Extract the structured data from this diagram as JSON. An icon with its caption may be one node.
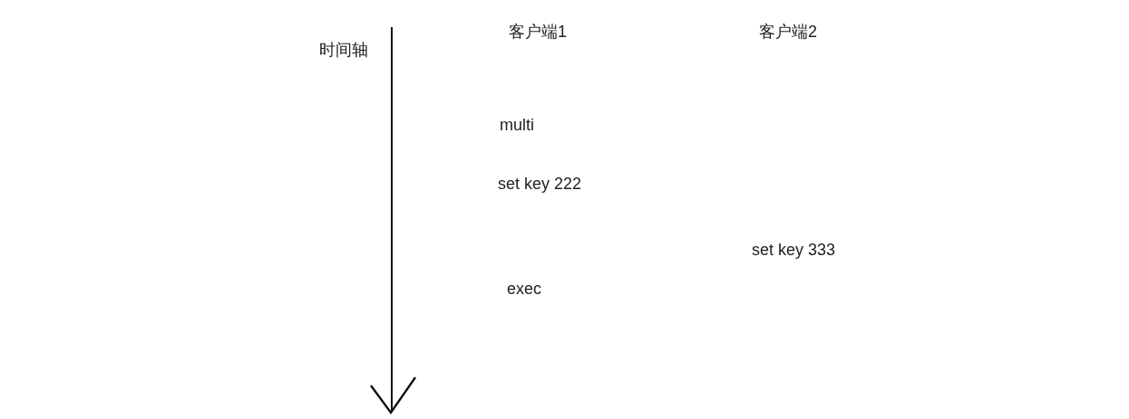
{
  "diagram": {
    "labels": [
      "客户端1",
      "客户端2",
      "时间轴",
      "multi",
      "set key 222",
      "set key 333",
      "exec"
    ]
  }
}
